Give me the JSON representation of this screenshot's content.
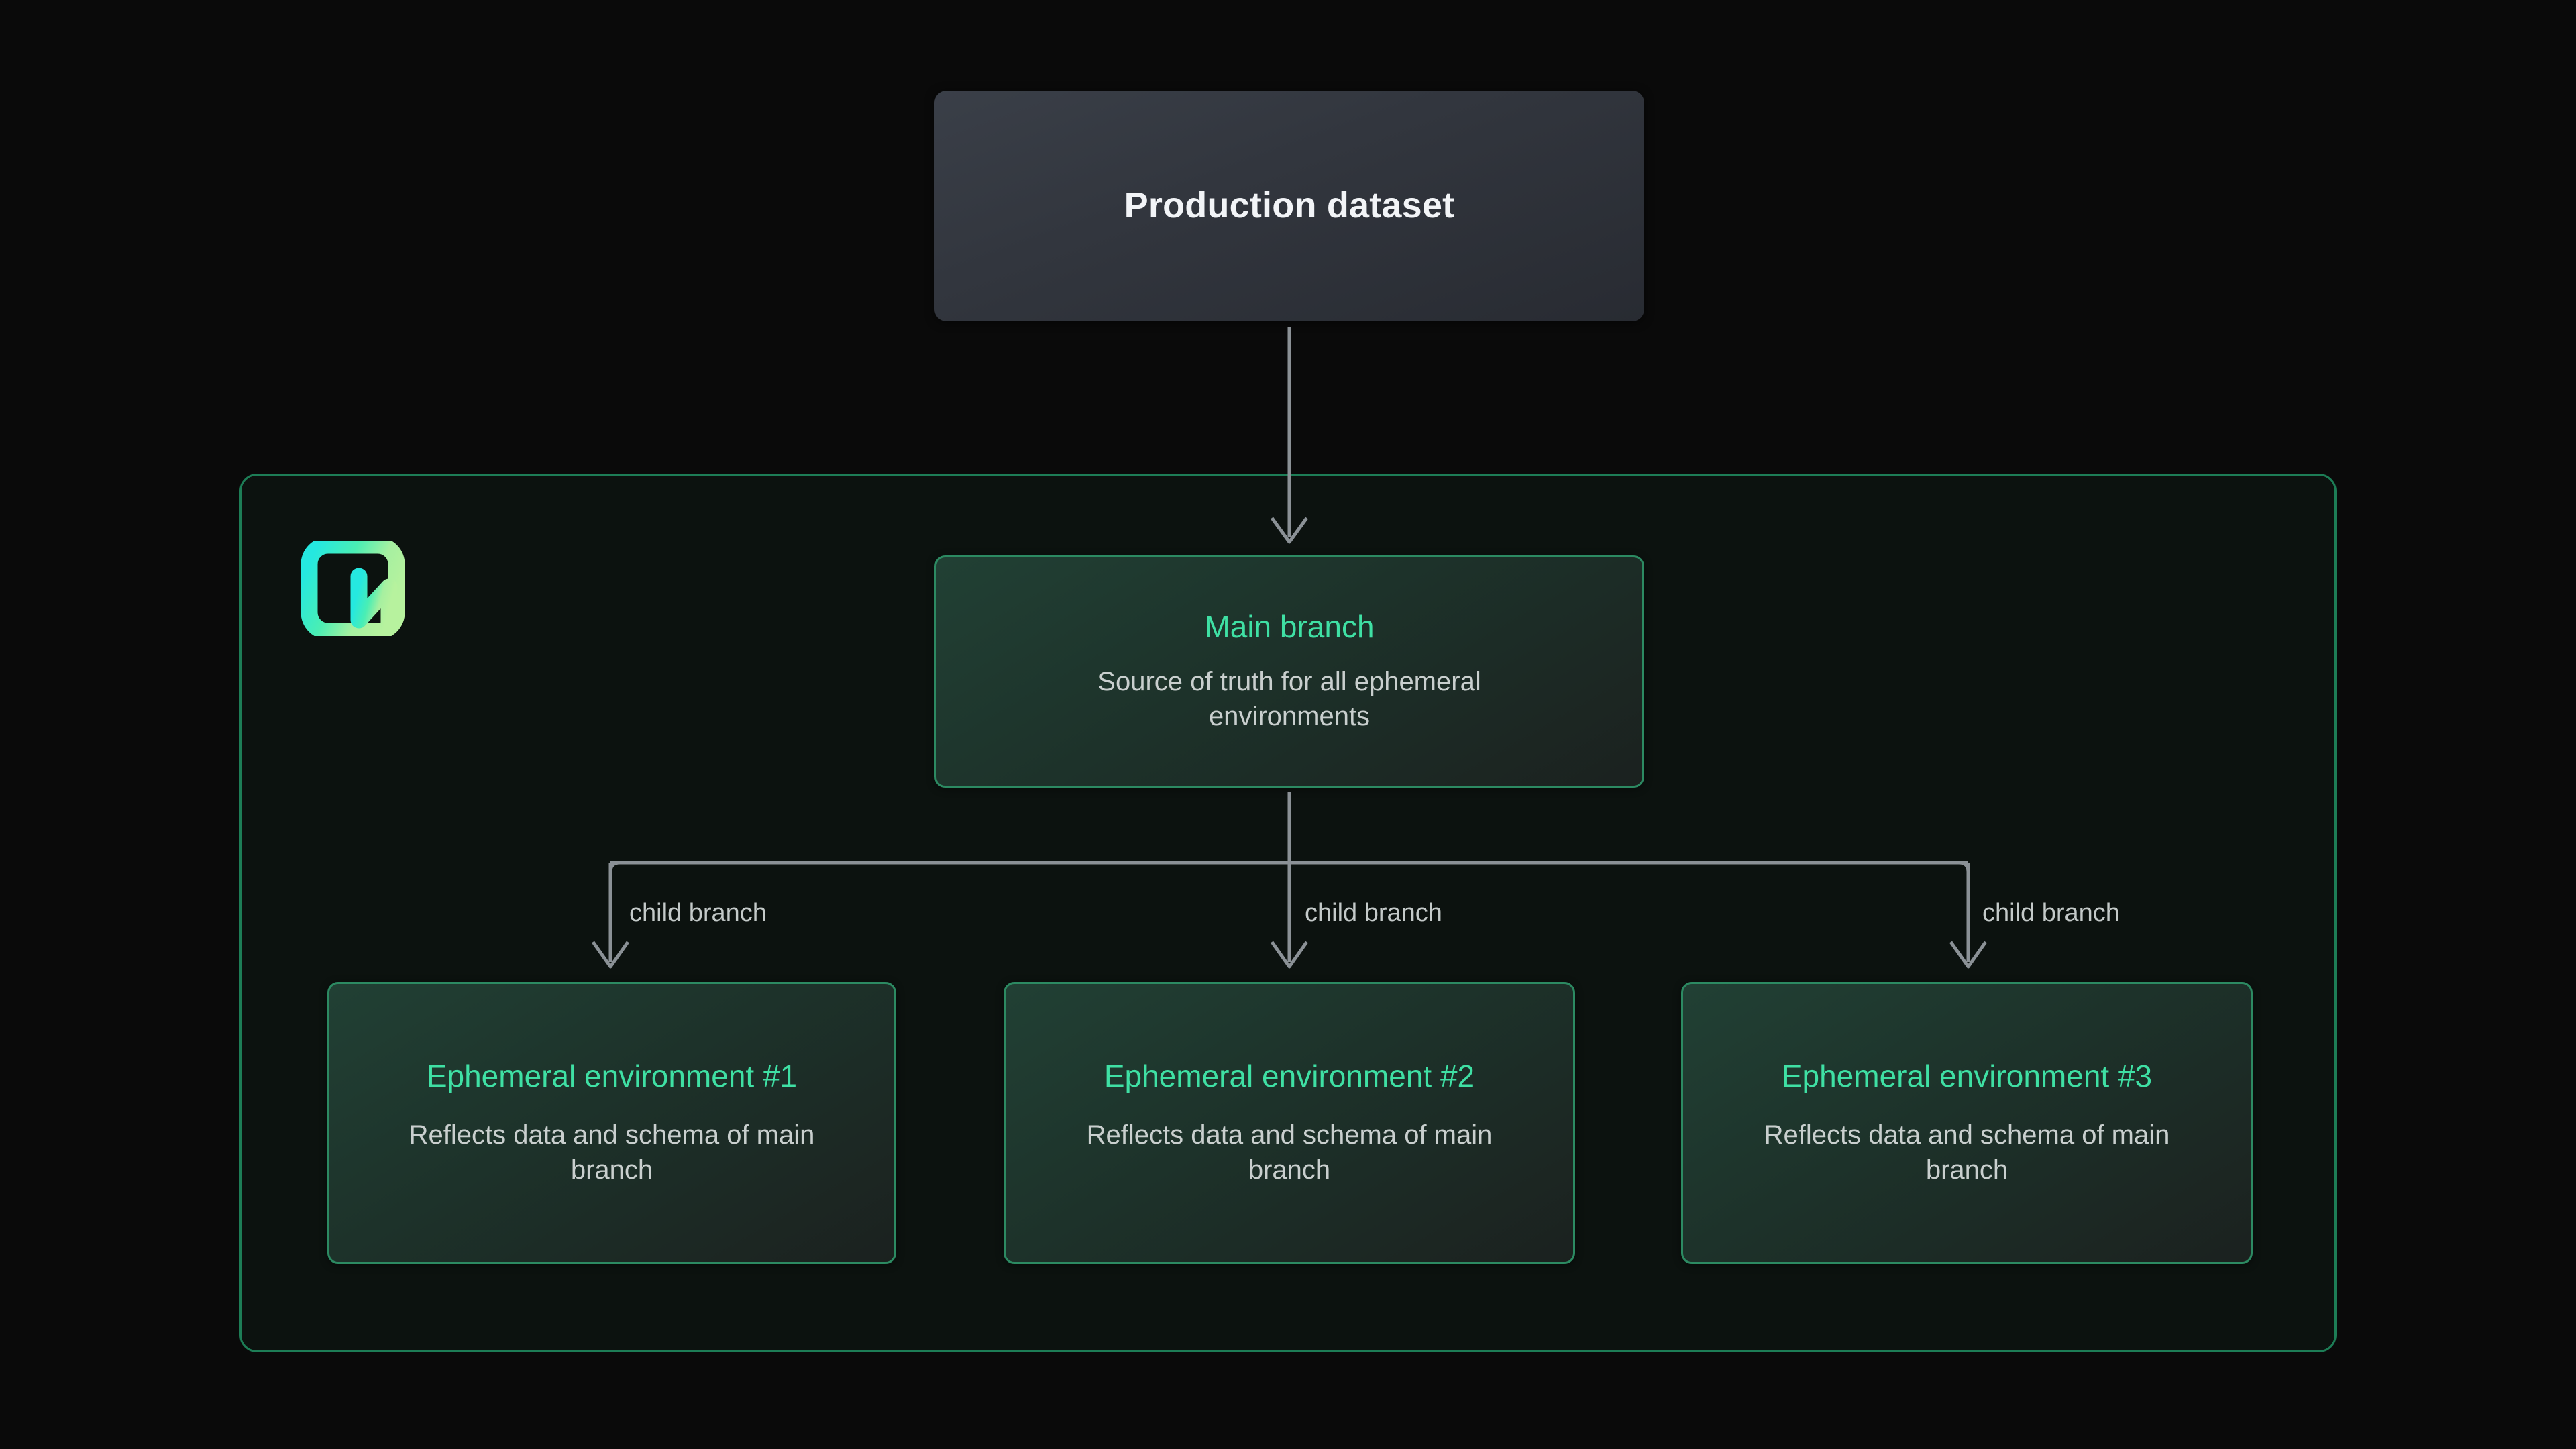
{
  "diagram": {
    "background_color": "#0a0a0a",
    "accent_color": "#3fe0a4",
    "border_color": "#2c8a62",
    "connector_color": "#8b9196",
    "source_node": {
      "title": "Production dataset"
    },
    "container": {
      "logo_name": "neon-logo"
    },
    "main_branch": {
      "title": "Main branch",
      "subtitle": "Source of truth for all ephemeral environments"
    },
    "edge_labels": [
      "child branch",
      "child branch",
      "child branch"
    ],
    "ephemeral_environments": [
      {
        "title": "Ephemeral environment #1",
        "subtitle": "Reflects data and schema of main branch"
      },
      {
        "title": "Ephemeral environment #2",
        "subtitle": "Reflects data and schema of main branch"
      },
      {
        "title": "Ephemeral environment #3",
        "subtitle": "Reflects data and schema of main branch"
      }
    ]
  }
}
